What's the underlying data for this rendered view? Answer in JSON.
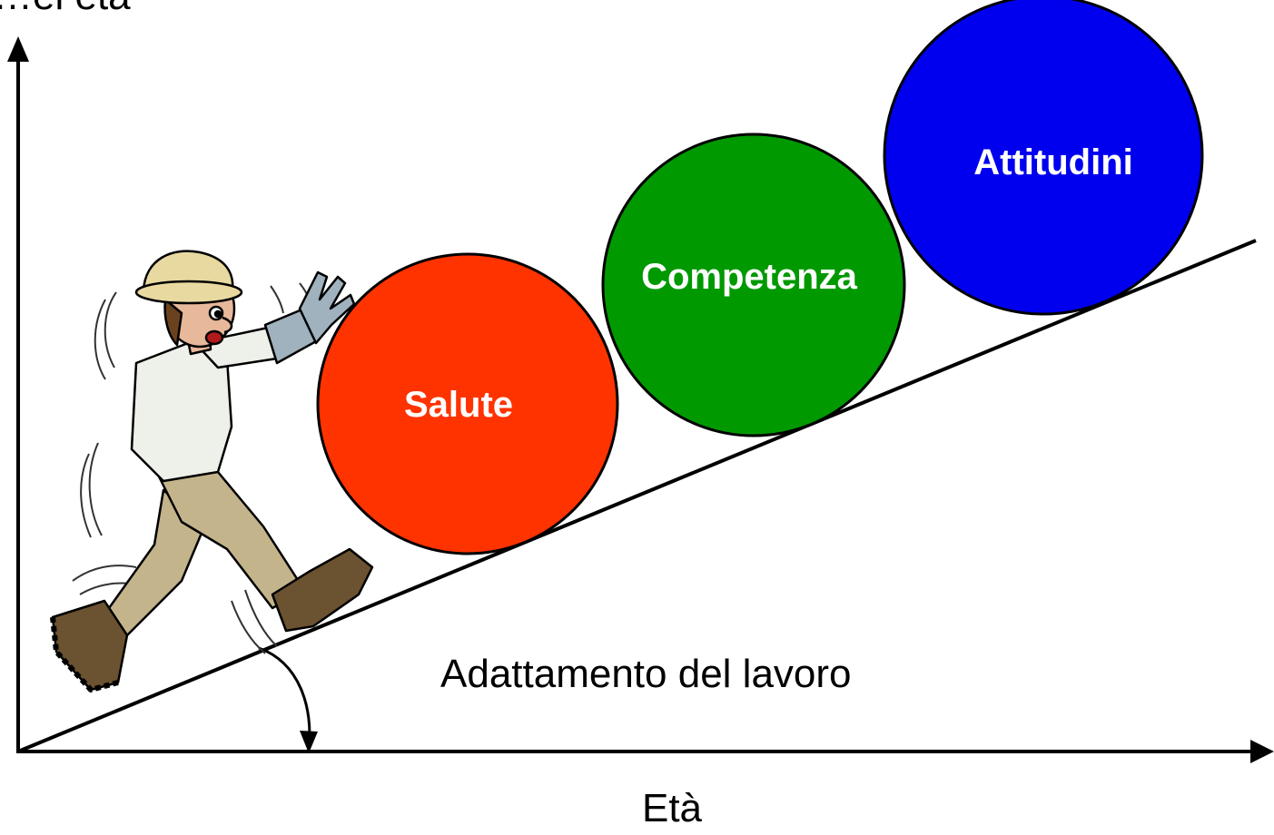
{
  "diagram": {
    "y_axis_label": "…el età",
    "x_axis_label": "Età",
    "slope_label": "Adattamento del lavoro",
    "balls": [
      {
        "label": "Salute",
        "color": "#ff3300"
      },
      {
        "label": "Competenza",
        "color": "#009900"
      },
      {
        "label": "Attitudini",
        "color": "#0000ee"
      }
    ],
    "figure": "worker pushing balls up a slope"
  }
}
